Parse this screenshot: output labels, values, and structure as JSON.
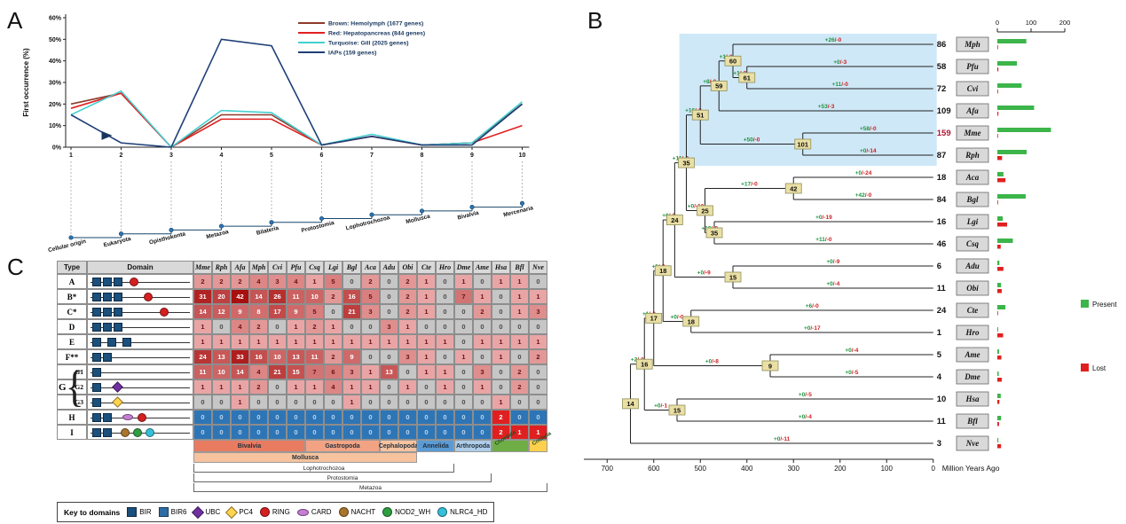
{
  "panels": {
    "a": {
      "letter": "A"
    },
    "b": {
      "letter": "B"
    },
    "c": {
      "letter": "C"
    }
  },
  "chart_data": {
    "type": "line",
    "title": "",
    "ylabel": "First occurrence (%)",
    "x": [
      1,
      2,
      3,
      4,
      5,
      6,
      7,
      8,
      9,
      10
    ],
    "ylim": [
      0,
      60
    ],
    "yticks": [
      "0%",
      "10%",
      "20%",
      "30%",
      "40%",
      "50%",
      "60%"
    ],
    "legend_position": "top-right",
    "series": [
      {
        "name": "Brown: Hemolymph (1677 genes)",
        "color": "#8f3b2c",
        "values": [
          20,
          25,
          0,
          15,
          15,
          1,
          5,
          1,
          2,
          20
        ]
      },
      {
        "name": "Red: Hepatopancreas (844 genes)",
        "color": "#e02020",
        "values": [
          18,
          25,
          0,
          13,
          13,
          1,
          5,
          1,
          2,
          10
        ]
      },
      {
        "name": "Turquoise: Gill (2025 genes)",
        "color": "#45cfcf",
        "values": [
          15,
          26,
          0,
          17,
          16,
          1,
          6,
          1,
          2,
          21
        ]
      },
      {
        "name": "IAPs (159 genes)",
        "color": "#1f3f77",
        "values": [
          15,
          2,
          0,
          50,
          47,
          1,
          5,
          1,
          1,
          20
        ]
      }
    ],
    "annotation_arrow_x": 2,
    "clade_labels": [
      "Cellular origin",
      "Eukaryota",
      "Opisthokonta",
      "Metazoa",
      "Bilateria",
      "Protostomia",
      "Lophotrochozoa",
      "Mollusca",
      "Bivalvia",
      "Mercenaria"
    ]
  },
  "phylo": {
    "axis": {
      "ticks": [
        700,
        600,
        500,
        400,
        300,
        200,
        100,
        0
      ],
      "label": "Million Years Ago"
    },
    "bar_axis": {
      "ticks": [
        0,
        100,
        200
      ]
    },
    "legend": {
      "present": "Present",
      "lost": "Lost",
      "present_color": "#3cb54a",
      "lost_color": "#e02020"
    },
    "highlight_color": "#cfe8f7",
    "tree": {
      "label": "14",
      "mya": 650,
      "children": [
        {
          "label": "16",
          "mya": 620,
          "gain": 2,
          "loss": 0,
          "children": [
            {
              "label": "17",
              "mya": 600,
              "gain": 1,
              "loss": 0,
              "children": [
                {
                  "label": "18",
                  "mya": 580,
                  "gain": 1,
                  "loss": 0,
                  "children": [
                    {
                      "label": "24",
                      "mya": 555,
                      "gain": 6,
                      "loss": 0,
                      "children": [
                        {
                          "label": "35",
                          "mya": 530,
                          "gain": 11,
                          "loss": 0,
                          "children": [
                            {
                              "label": "51",
                              "mya": 500,
                              "gain": 16,
                              "loss": 0,
                              "children": [
                                {
                                  "label": "59",
                                  "mya": 460,
                                  "gain": 8,
                                  "loss": 0,
                                  "children": [
                                    {
                                      "label": "60",
                                      "mya": 430,
                                      "gain": 1,
                                      "loss": 0,
                                      "children": [
                                        {
                                          "tip": "Mph",
                                          "count": 86,
                                          "lost": 0,
                                          "gain": 26,
                                          "loss": 0
                                        },
                                        {
                                          "label": "61",
                                          "mya": 400,
                                          "gain": 1,
                                          "loss": 0,
                                          "children": [
                                            {
                                              "tip": "Pfu",
                                              "count": 58,
                                              "lost": 3,
                                              "gain": 0,
                                              "loss": 3
                                            },
                                            {
                                              "tip": "Cvi",
                                              "count": 72,
                                              "lost": 0,
                                              "gain": 11,
                                              "loss": 0
                                            }
                                          ]
                                        }
                                      ]
                                    },
                                    {
                                      "tip": "Afa",
                                      "count": 109,
                                      "lost": 3,
                                      "gain": 53,
                                      "loss": 3
                                    }
                                  ]
                                },
                                {
                                  "label": "101",
                                  "mya": 280,
                                  "gain": 50,
                                  "loss": 0,
                                  "children": [
                                    {
                                      "tip": "Mme",
                                      "count": 159,
                                      "lost": 0,
                                      "gain": 58,
                                      "loss": 0,
                                      "highlight": true
                                    },
                                    {
                                      "tip": "Rph",
                                      "count": 87,
                                      "lost": 14,
                                      "gain": 0,
                                      "loss": 14
                                    }
                                  ]
                                }
                              ]
                            },
                            {
                              "label": "25",
                              "mya": 490,
                              "gain": 0,
                              "loss": 10,
                              "children": [
                                {
                                  "label": "42",
                                  "mya": 300,
                                  "gain": 17,
                                  "loss": 0,
                                  "children": [
                                    {
                                      "tip": "Aca",
                                      "count": 18,
                                      "lost": 24,
                                      "gain": 0,
                                      "loss": 24
                                    },
                                    {
                                      "tip": "Bgl",
                                      "count": 84,
                                      "lost": 0,
                                      "gain": 42,
                                      "loss": 0
                                    }
                                  ]
                                },
                                {
                                  "label": "35",
                                  "mya": 470,
                                  "gain": 10,
                                  "loss": 0,
                                  "children": [
                                    {
                                      "tip": "Lgi",
                                      "count": 16,
                                      "lost": 29,
                                      "gain": 0,
                                      "loss": 19
                                    },
                                    {
                                      "tip": "Csq",
                                      "count": 46,
                                      "lost": 10,
                                      "gain": 11,
                                      "loss": 0
                                    }
                                  ]
                                }
                              ]
                            }
                          ]
                        },
                        {
                          "label": "15",
                          "mya": 430,
                          "gain": 0,
                          "loss": 9,
                          "children": [
                            {
                              "tip": "Adu",
                              "count": 6,
                              "lost": 18,
                              "gain": 0,
                              "loss": 9
                            },
                            {
                              "tip": "Obi",
                              "count": 11,
                              "lost": 13,
                              "gain": 0,
                              "loss": 4
                            }
                          ]
                        }
                      ]
                    },
                    {
                      "label": "18",
                      "mya": 520,
                      "gain": 0,
                      "loss": 0,
                      "children": [
                        {
                          "tip": "Cte",
                          "count": 24,
                          "lost": 0,
                          "gain": 6,
                          "loss": 0
                        },
                        {
                          "tip": "Hro",
                          "count": 1,
                          "lost": 17,
                          "gain": 0,
                          "loss": 17
                        }
                      ]
                    }
                  ]
                },
                {
                  "label": "9",
                  "mya": 350,
                  "gain": 0,
                  "loss": 8,
                  "children": [
                    {
                      "tip": "Ame",
                      "count": 5,
                      "lost": 12,
                      "gain": 0,
                      "loss": 4
                    },
                    {
                      "tip": "Dme",
                      "count": 4,
                      "lost": 13,
                      "gain": 0,
                      "loss": 5
                    }
                  ]
                }
              ]
            },
            {
              "label": "15",
              "mya": 550,
              "gain": 0,
              "loss": 1,
              "children": [
                {
                  "tip": "Hsa",
                  "count": 10,
                  "lost": 6,
                  "gain": 0,
                  "loss": 5
                },
                {
                  "tip": "Bfl",
                  "count": 11,
                  "lost": 5,
                  "gain": 0,
                  "loss": 4
                }
              ]
            }
          ]
        },
        {
          "tip": "Nve",
          "count": 3,
          "lost": 11,
          "gain": 0,
          "loss": 11
        }
      ]
    }
  },
  "heatmap": {
    "corner": [
      "Type",
      "Domain"
    ],
    "g_label": "G",
    "species": [
      "Mme",
      "Rph",
      "Afa",
      "Mph",
      "Cvi",
      "Pfu",
      "Csq",
      "Lgi",
      "Bgl",
      "Aca",
      "Adu",
      "Obi",
      "Cte",
      "Hro",
      "Dme",
      "Ame",
      "Hsa",
      "Bfl",
      "Nve"
    ],
    "rows": [
      {
        "type": "A",
        "domains": [
          "BIR",
          "BIR",
          "BIR",
          6,
          "RING"
        ],
        "values": [
          2,
          2,
          2,
          4,
          3,
          4,
          1,
          5,
          0,
          2,
          0,
          2,
          1,
          0,
          1,
          0,
          1,
          1,
          0
        ]
      },
      {
        "type": "B*",
        "domains": [
          "BIR",
          "BIR",
          "BIR",
          22,
          "RING"
        ],
        "values": [
          31,
          20,
          42,
          14,
          26,
          11,
          10,
          2,
          16,
          5,
          0,
          2,
          1,
          0,
          7,
          1,
          0,
          1,
          1
        ]
      },
      {
        "type": "C*",
        "domains": [
          "BIR",
          "BIR",
          "BIR",
          40,
          "RING"
        ],
        "values": [
          14,
          12,
          9,
          8,
          17,
          9,
          5,
          0,
          21,
          3,
          0,
          2,
          1,
          0,
          0,
          2,
          0,
          1,
          3
        ]
      },
      {
        "type": "D",
        "domains": [
          "BIR",
          "BIR",
          "BIR"
        ],
        "values": [
          1,
          0,
          4,
          2,
          0,
          1,
          2,
          1,
          0,
          0,
          3,
          1,
          0,
          0,
          0,
          0,
          0,
          0,
          0
        ]
      },
      {
        "type": "E",
        "domains": [
          "BIR",
          5,
          "BIR",
          5,
          "BIR"
        ],
        "values": [
          1,
          1,
          1,
          1,
          1,
          1,
          1,
          1,
          1,
          1,
          1,
          1,
          1,
          1,
          0,
          1,
          1,
          1,
          1
        ]
      },
      {
        "type": "F**",
        "domains": [
          "BIR",
          "BIR"
        ],
        "values": [
          24,
          13,
          33,
          16,
          10,
          13,
          11,
          2,
          9,
          0,
          0,
          3,
          1,
          0,
          1,
          0,
          1,
          0,
          2
        ]
      },
      {
        "type": "G1",
        "sub": true,
        "domains": [
          "BIR"
        ],
        "values": [
          11,
          10,
          14,
          4,
          21,
          15,
          7,
          6,
          3,
          1,
          13,
          0,
          1,
          1,
          0,
          3,
          0,
          2,
          0
        ]
      },
      {
        "type": "G2",
        "sub": true,
        "domains": [
          "BIR",
          12,
          "UBC"
        ],
        "values": [
          1,
          1,
          1,
          2,
          0,
          1,
          1,
          4,
          1,
          1,
          0,
          1,
          0,
          1,
          0,
          1,
          0,
          2,
          0
        ]
      },
      {
        "type": "G3",
        "sub": true,
        "domains": [
          "BIR",
          12,
          "PC4"
        ],
        "values": [
          0,
          0,
          1,
          0,
          0,
          0,
          0,
          0,
          1,
          0,
          0,
          0,
          0,
          0,
          0,
          0,
          1,
          0,
          0
        ]
      },
      {
        "type": "H",
        "blueZero": true,
        "domains": [
          "BIR",
          "BIR",
          10,
          "CARD",
          3,
          "RING"
        ],
        "values": [
          0,
          0,
          0,
          0,
          0,
          0,
          0,
          0,
          0,
          0,
          0,
          0,
          0,
          0,
          0,
          0,
          2,
          0,
          0
        ]
      },
      {
        "type": "I",
        "blueZero": true,
        "domains": [
          "BIR",
          "BIR",
          8,
          "NACHT",
          2,
          "NOD2_WH",
          2,
          "NLRC4_HD"
        ],
        "values": [
          0,
          0,
          0,
          0,
          0,
          0,
          0,
          0,
          0,
          0,
          0,
          0,
          0,
          0,
          0,
          0,
          2,
          1,
          1
        ]
      }
    ],
    "bands": {
      "groups": [
        {
          "label": "Bivalvia",
          "span": 6,
          "color": "#e97b61"
        },
        {
          "label": "Gastropoda",
          "span": 4,
          "color": "#f2a384"
        },
        {
          "label": "Cephalopoda",
          "span": 2,
          "color": "#f7c3a0"
        },
        {
          "label": "Annelida",
          "span": 2,
          "color": "#5b9bd5"
        },
        {
          "label": "Arthropoda",
          "span": 2,
          "color": "#aecde8"
        },
        {
          "label": "Chordata",
          "span": 2,
          "color": "#6fae46",
          "rotate": true
        },
        {
          "label": "Cnidaria",
          "span": 1,
          "color": "#ffd04d",
          "rotate": true
        }
      ],
      "mollusca": {
        "label": "Mollusca",
        "span": 12,
        "color": "#f6c39e"
      },
      "brackets": [
        {
          "label": "Lophotrochozoa",
          "span": 14
        },
        {
          "label": "Protostomia",
          "span": 16
        },
        {
          "label": "Metazoa",
          "span": 19
        }
      ]
    },
    "key": {
      "title": "Key to domains",
      "items": [
        {
          "name": "BIR",
          "shape": "square",
          "color": "#1b4f7c"
        },
        {
          "name": "BIR6",
          "shape": "square",
          "color": "#2e6da4"
        },
        {
          "name": "UBC",
          "shape": "diamond",
          "color": "#7030a0"
        },
        {
          "name": "PC4",
          "shape": "diamond",
          "color": "#ffd34d"
        },
        {
          "name": "RING",
          "shape": "circle",
          "color": "#d42020"
        },
        {
          "name": "CARD",
          "shape": "oval",
          "color": "#c77fd4"
        },
        {
          "name": "NACHT",
          "shape": "circle",
          "color": "#a9742c"
        },
        {
          "name": "NOD2_WH",
          "shape": "circle",
          "color": "#2e9e40"
        },
        {
          "name": "NLRC4_HD",
          "shape": "circle",
          "color": "#35c0d8"
        }
      ]
    }
  }
}
